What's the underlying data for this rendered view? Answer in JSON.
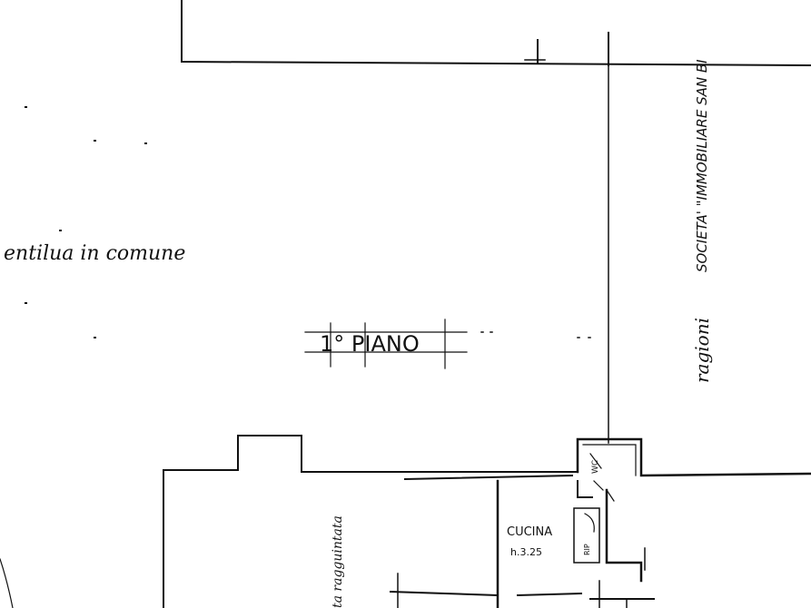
{
  "plan": {
    "courtyard_note": "entilua in comune",
    "floor_label": "1° PIANO",
    "neighbor_note_prefix": "ragioni",
    "neighbor_note_main": "SOCIETA' \"IMMOBILIARE SAN BI",
    "room_kitchen": "CUCINA",
    "room_kitchen_height": "h.3.25",
    "room_wall_note": "ta ragguintata",
    "room_small_label": "WC",
    "room_closet_label": "RIP"
  },
  "colors": {
    "ink": "#111111",
    "paper": "#ffffff"
  }
}
